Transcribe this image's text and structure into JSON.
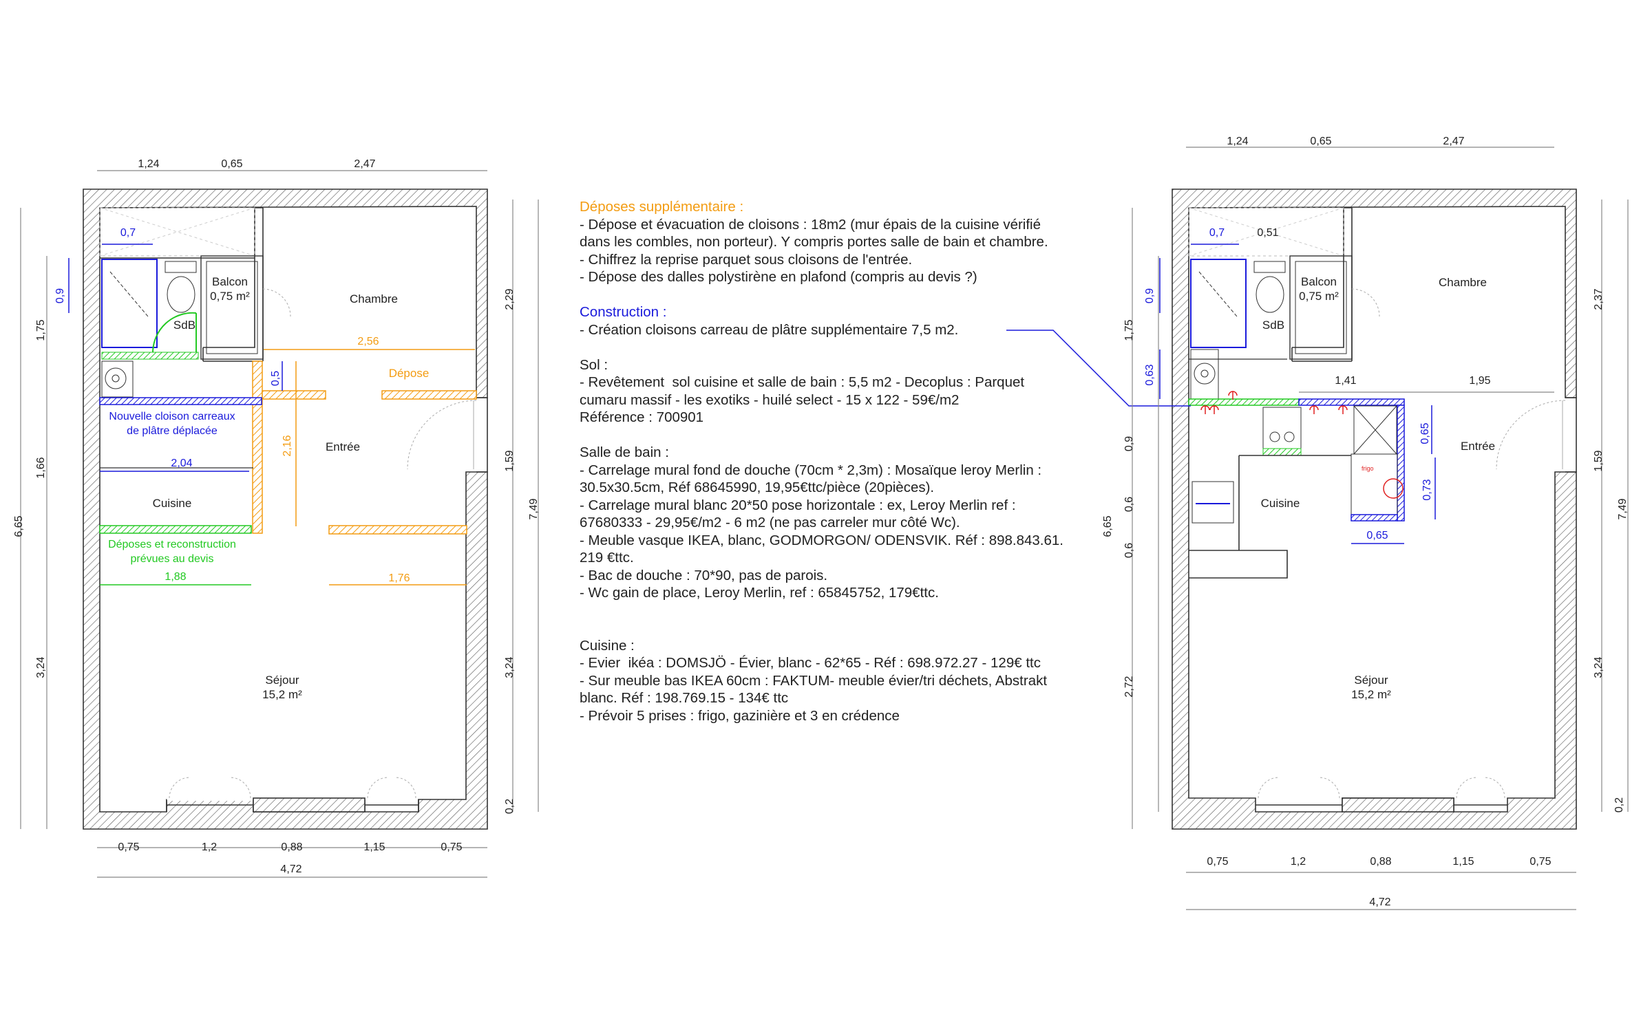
{
  "plan_left": {
    "rooms": {
      "chambre": "Chambre",
      "balcon": "Balcon",
      "balcon_area": "0,75 m²",
      "sdb": "SdB",
      "entree": "Entrée",
      "cuisine": "Cuisine",
      "sejour": "Séjour",
      "sejour_area": "15,2 m²"
    },
    "dims_top": [
      "1,24",
      "0,65",
      "2,47"
    ],
    "dims_bottom": [
      "0,75",
      "1,2",
      "0,88",
      "1,15",
      "0,75"
    ],
    "dim_total_width": "4,72",
    "dims_left": [
      "1,75",
      "1,66",
      "3,24"
    ],
    "dim_total_left": "6,65",
    "dims_right": [
      "2,29",
      "1,59",
      "3,24",
      "0,2"
    ],
    "dim_total_right": "7,49",
    "blue_dims": [
      "0,7",
      "0,9",
      "0,5"
    ],
    "orange_dims": [
      "2,56",
      "2,16",
      "1,76"
    ],
    "depose_label": "Dépose",
    "green_dims": [
      "2,04",
      "1,88"
    ],
    "blue_note": [
      "Nouvelle cloison carreaux",
      "de plâtre déplacée"
    ],
    "green_note": [
      "Déposes et reconstruction",
      "prévues au devis"
    ]
  },
  "plan_right": {
    "rooms": {
      "chambre": "Chambre",
      "balcon": "Balcon",
      "balcon_area": "0,75 m²",
      "sdb": "SdB",
      "entree": "Entrée",
      "cuisine": "Cuisine",
      "sejour": "Séjour",
      "sejour_area": "15,2 m²",
      "frigo": "frigo"
    },
    "dims_top": [
      "1,24",
      "0,65",
      "2,47"
    ],
    "dims_bottom": [
      "0,75",
      "1,2",
      "0,88",
      "1,15",
      "0,75"
    ],
    "dim_total_width": "4,72",
    "dims_left": [
      "1,75",
      "0,9",
      "0,6",
      "0,6",
      "2,72"
    ],
    "dim_total_left": "6,65",
    "dims_right": [
      "2,37",
      "1,59",
      "3,24",
      "0,2"
    ],
    "dim_total_right": "7,49",
    "blue_dims": [
      "0,7",
      "0,9",
      "0,63",
      "0,65",
      "0,73",
      "0,65"
    ],
    "black_dims": [
      "0,51",
      "1,41",
      "1,95"
    ]
  },
  "notes": {
    "deposes_title": "Déposes supplémentaire :",
    "deposes_lines": [
      "- Dépose et évacuation de cloisons : 18m2 (mur épais de la cuisine vérifié",
      "dans les combles, non porteur). Y compris portes salle de bain et chambre.",
      "- Chiffrez la reprise parquet sous cloisons de l'entrée.",
      "- Dépose des dalles polystirène en plafond (compris au devis ?)"
    ],
    "construction_title": "Construction :",
    "construction_lines": [
      "- Création cloisons carreau de plâtre supplémentaire 7,5 m2."
    ],
    "sol_title": "Sol :",
    "sol_lines": [
      "- Revêtement  sol cuisine et salle de bain : 5,5 m2 - Decoplus : Parquet",
      "cumaru massif - les exotiks - huilé select - 15 x 122 - 59€/m2",
      "Référence : 700901"
    ],
    "sdb_title": "Salle de bain :",
    "sdb_lines": [
      "- Carrelage mural fond de douche (70cm * 2,3m) : Mosaïque leroy Merlin :",
      "30.5x30.5cm, Réf 68645990, 19,95€ttc/pièce (20pièces).",
      "- Carrelage mural blanc 20*50 pose horizontale : ex, Leroy Merlin ref :",
      "67680333 - 29,95€/m2 - 6 m2 (ne pas carreler mur côté Wc).",
      "- Meuble vasque IKEA, blanc, GODMORGON/ ODENSVIK. Réf : 898.843.61.",
      "219 €ttc.",
      "- Bac de douche : 70*90, pas de parois.",
      "- Wc gain de place, Leroy Merlin, ref : 65845752, 179€ttc."
    ],
    "cuisine_title": "Cuisine :",
    "cuisine_lines": [
      "- Evier  ikéa : DOMSJÖ - Évier, blanc - 62*65 - Réf : 698.972.27 - 129€ ttc",
      "- Sur meuble bas IKEA 60cm : FAKTUM- meuble évier/tri déchets, Abstrakt",
      "blanc. Réf : 198.769.15 - 134€ ttc",
      "- Prévoir 5 prises : frigo, gazinière et 3 en crédence"
    ]
  },
  "colors": {
    "orange": "#f39c12",
    "blue": "#1a1adb",
    "green": "#22c922",
    "red": "#e02020",
    "wall": "#333333"
  }
}
